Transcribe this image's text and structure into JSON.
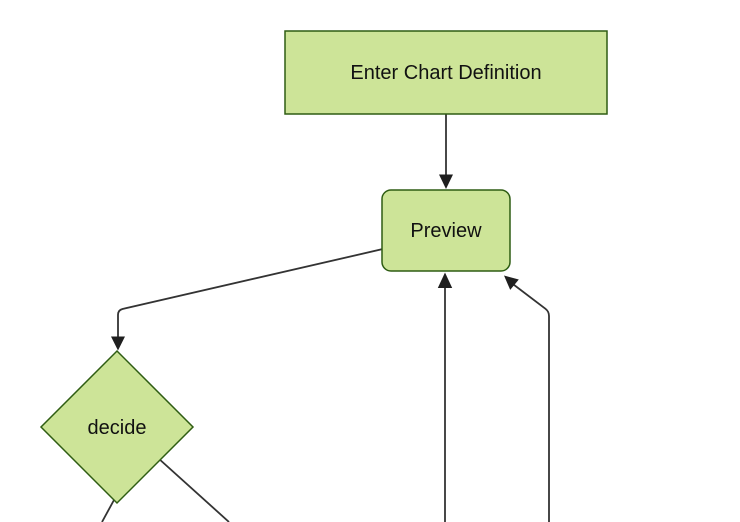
{
  "diagram": {
    "type": "flowchart-top-down",
    "background": "#ffffff",
    "colors": {
      "background": "#ffffff",
      "node_fill": "#cde498",
      "node_border": "#2f5d13",
      "edge_line": "#333333",
      "arrowhead": "#1f1f1f",
      "label_text": "#111111"
    },
    "nodes": [
      {
        "id": "enter-chart-definition",
        "shape": "rectangle",
        "label": "Enter Chart Definition"
      },
      {
        "id": "preview",
        "shape": "rounded-rectangle",
        "label": "Preview"
      },
      {
        "id": "decide",
        "shape": "diamond",
        "label": "decide"
      }
    ],
    "edges": [
      {
        "from": "enter-chart-definition",
        "to": "preview",
        "arrowhead": "into-preview-top"
      },
      {
        "from": "preview",
        "to": "decide",
        "arrowhead": "into-decide-top"
      },
      {
        "from": "decide",
        "to": "offscreen-bottom-left",
        "arrowhead": "not-visible"
      },
      {
        "from": "decide",
        "to": "offscreen-bottom-right",
        "arrowhead": "not-visible"
      },
      {
        "from": "offscreen-bottom",
        "to": "preview",
        "arrowhead": "into-preview-bottom"
      },
      {
        "from": "offscreen-bottom",
        "to": "preview",
        "arrowhead": "into-preview-bottom-right-corner"
      }
    ]
  }
}
